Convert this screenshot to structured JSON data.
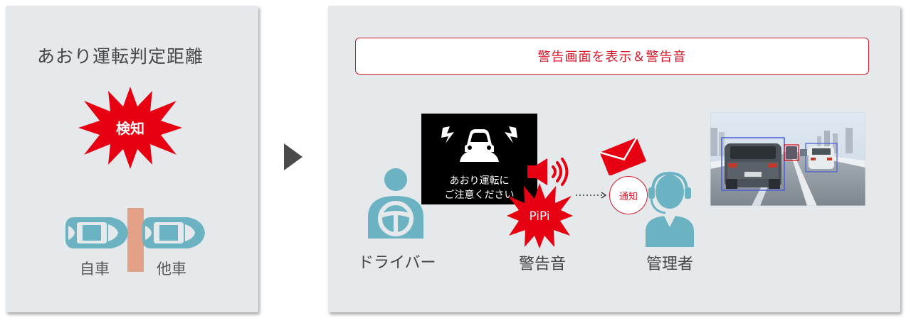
{
  "left": {
    "title": "あおり運転判定距離",
    "detect_label": "検知",
    "self_car_label": "自車",
    "other_car_label": "他車"
  },
  "right": {
    "warning_banner": "警告画面を表示＆警告音",
    "screen_line1": "あおり運転に",
    "screen_line2": "ご注意ください",
    "pipi_label": "PiPi",
    "notify_label": "通知",
    "driver_label": "ドライバー",
    "alarm_label": "警告音",
    "manager_label": "管理者"
  },
  "colors": {
    "panel_bg": "#e6e9ec",
    "accent_red": "#d7182a",
    "icon_teal": "#6bb3c2",
    "gap_bar": "#e3a287",
    "arrow": "#4a4a4a"
  },
  "icons": [
    "starburst",
    "car-top-view",
    "play-arrow",
    "warning-car",
    "driver",
    "speaker",
    "mail",
    "headset-operator",
    "dashcam-image"
  ]
}
